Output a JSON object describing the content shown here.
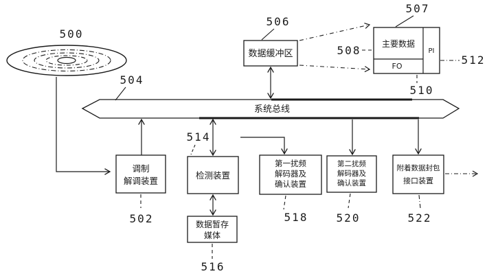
{
  "figure": {
    "background": "#ffffff",
    "line_color": "#1a1a1a",
    "ref_labels": {
      "disc": "500",
      "modem": "502",
      "system_bus": "504",
      "data_buffer": "506",
      "data_block": "507",
      "main_data_pointer": "508",
      "fo_strip": "510",
      "pi_column": "512",
      "detector": "514",
      "temp_media": "516",
      "descrambler1": "518",
      "descrambler2": "520",
      "packet_interface": "522"
    },
    "nodes": {
      "system_bus": "系统总线",
      "data_buffer": "数据缓冲区",
      "data_block_main": "主要数据",
      "data_block_fo": "FO",
      "data_block_pi": "PI",
      "modem": [
        "调制",
        "解调装置"
      ],
      "detector": "检测装置",
      "temp_media": [
        "数据暂存",
        "媒体"
      ],
      "descrambler1": [
        "第一扰频",
        "解码器及",
        "确认装置"
      ],
      "descrambler2": [
        "第二扰频",
        "解码器及",
        "确认装置"
      ],
      "packet_interface": [
        "附着数据封包",
        "接口装置"
      ]
    }
  }
}
